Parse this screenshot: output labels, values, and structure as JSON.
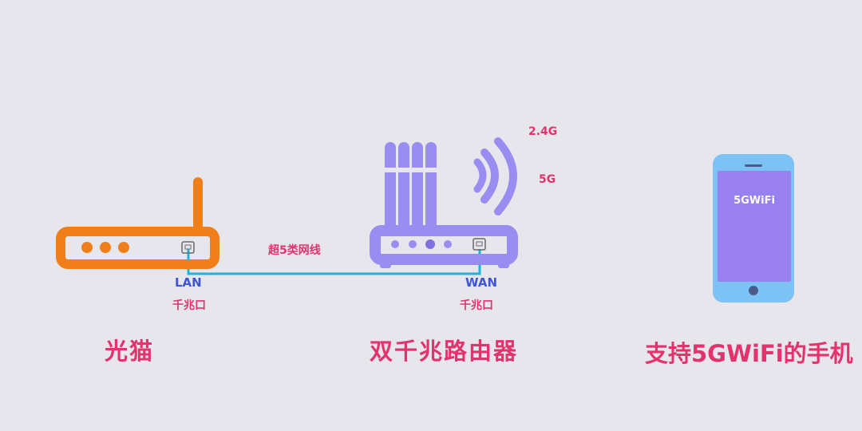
{
  "modem": {
    "name": "光猫",
    "port_name": "LAN",
    "port_speed": "千兆口"
  },
  "cable": {
    "label": "超5类网线"
  },
  "router": {
    "name": "双千兆路由器",
    "port_name": "WAN",
    "port_speed": "千兆口",
    "band_24": "2.4G",
    "band_5": "5G"
  },
  "phone": {
    "name": "支持5GWiFi的手机",
    "screen_text": "5GWiFi"
  },
  "colors": {
    "background": "#e8e6ed",
    "modem": "#ef7e1b",
    "router": "#9a8df1",
    "router_dark": "#7f70e0",
    "cable": "#1fb3d6",
    "phone_body": "#7cc2f5",
    "phone_screen": "#9880f0",
    "label_pink": "#e2336c",
    "label_blue": "#3e55d6"
  }
}
